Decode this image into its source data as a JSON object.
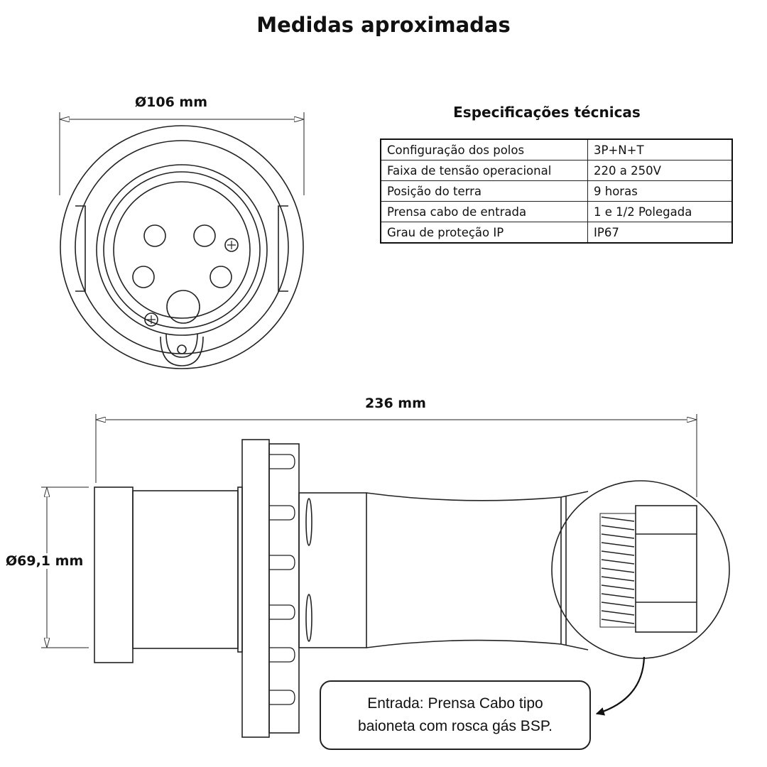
{
  "title": "Medidas aproximadas",
  "front_view": {
    "diameter_label": "Ø106 mm"
  },
  "side_view": {
    "length_label": "236 mm",
    "diameter_label": "Ø69,1 mm"
  },
  "specs": {
    "title": "Especificações técnicas",
    "rows": [
      {
        "label": "Configuração dos polos",
        "value": "3P+N+T"
      },
      {
        "label": "Faixa de tensão operacional",
        "value": "220 a 250V"
      },
      {
        "label": "Posição do terra",
        "value": "9 horas"
      },
      {
        "label": "Prensa cabo de entrada",
        "value": "1 e 1/2 Polegada"
      },
      {
        "label": "Grau de proteção IP",
        "value": "IP67"
      }
    ]
  },
  "callout": {
    "line1": "Entrada: Prensa Cabo tipo",
    "line2": "baioneta com rosca gás BSP."
  }
}
